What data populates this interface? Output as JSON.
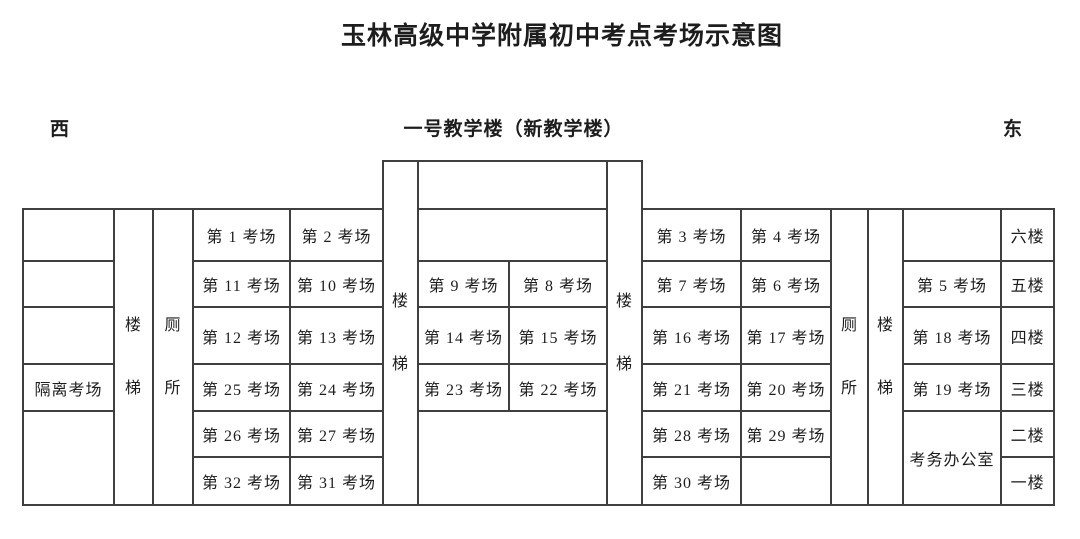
{
  "title": "玉林高级中学附属初中考点考场示意图",
  "directions": {
    "west": "西",
    "east": "东"
  },
  "building_label": "一号教学楼（新教学楼）",
  "colors": {
    "background": "#ffffff",
    "border": "#3f3f3f",
    "text": "#1d1d1d"
  },
  "floors_top_to_bottom": [
    "六楼",
    "五楼",
    "四楼",
    "三楼",
    "二楼",
    "一楼"
  ],
  "table": {
    "rows": [
      {
        "cells": [
          {
            "name": "ghost-left-strip",
            "kind": "ghost",
            "colspan": 5,
            "text": ""
          },
          {
            "name": "stair-column-middle-left",
            "kind": "vstack",
            "rowspan": 7,
            "text": "楼梯"
          },
          {
            "name": "middle-roof-cell",
            "kind": "empty",
            "colspan": 2,
            "text": ""
          },
          {
            "name": "stair-column-middle-right",
            "kind": "vstack",
            "rowspan": 7,
            "text": "楼梯"
          },
          {
            "name": "ghost-right-strip",
            "kind": "ghost",
            "colspan": 6,
            "text": ""
          }
        ]
      },
      {
        "cells": [
          {
            "name": "west-end-cell-f6",
            "kind": "empty",
            "text": ""
          },
          {
            "name": "stair-column-west",
            "kind": "vstack",
            "rowspan": 6,
            "text": "楼梯"
          },
          {
            "name": "toilet-column-west",
            "kind": "vstack",
            "rowspan": 6,
            "text": "厕所"
          },
          {
            "name": "exam-room-1",
            "kind": "room",
            "text": "第 1 考场"
          },
          {
            "name": "exam-room-2",
            "kind": "room",
            "text": "第 2 考场"
          },
          {
            "name": "middle-cell-f6",
            "kind": "empty",
            "colspan": 2,
            "text": ""
          },
          {
            "name": "exam-room-3",
            "kind": "room",
            "text": "第 3 考场"
          },
          {
            "name": "exam-room-4",
            "kind": "room",
            "text": "第 4 考场"
          },
          {
            "name": "toilet-column-east",
            "kind": "vstack",
            "rowspan": 6,
            "text": "厕所"
          },
          {
            "name": "stair-column-east",
            "kind": "vstack",
            "rowspan": 6,
            "text": "楼梯"
          },
          {
            "name": "east-end-cell-f6",
            "kind": "empty",
            "text": ""
          },
          {
            "name": "floor-label-6",
            "kind": "floor",
            "text": "六楼"
          }
        ]
      },
      {
        "cells": [
          {
            "name": "west-end-cell-f5",
            "kind": "empty",
            "text": ""
          },
          {
            "name": "exam-room-11",
            "kind": "room",
            "text": "第 11 考场"
          },
          {
            "name": "exam-room-10",
            "kind": "room",
            "text": "第 10 考场"
          },
          {
            "name": "exam-room-9",
            "kind": "room",
            "text": "第 9 考场"
          },
          {
            "name": "exam-room-8",
            "kind": "room",
            "text": "第 8 考场"
          },
          {
            "name": "exam-room-7",
            "kind": "room",
            "text": "第 7 考场"
          },
          {
            "name": "exam-room-6",
            "kind": "room",
            "text": "第 6 考场"
          },
          {
            "name": "exam-room-5",
            "kind": "room",
            "text": "第 5 考场"
          },
          {
            "name": "floor-label-5",
            "kind": "floor",
            "text": "五楼"
          }
        ]
      },
      {
        "cells": [
          {
            "name": "west-end-cell-f4",
            "kind": "empty",
            "text": ""
          },
          {
            "name": "exam-room-12",
            "kind": "room",
            "text": "第 12 考场"
          },
          {
            "name": "exam-room-13",
            "kind": "room",
            "text": "第 13 考场"
          },
          {
            "name": "exam-room-14",
            "kind": "room",
            "text": "第 14 考场"
          },
          {
            "name": "exam-room-15",
            "kind": "room",
            "text": "第 15 考场"
          },
          {
            "name": "exam-room-16",
            "kind": "room",
            "text": "第 16 考场"
          },
          {
            "name": "exam-room-17",
            "kind": "room",
            "text": "第 17 考场"
          },
          {
            "name": "exam-room-18",
            "kind": "room",
            "text": "第 18 考场"
          },
          {
            "name": "floor-label-4",
            "kind": "floor",
            "text": "四楼"
          }
        ]
      },
      {
        "cells": [
          {
            "name": "isolation-room",
            "kind": "room",
            "text": "隔离考场"
          },
          {
            "name": "exam-room-25",
            "kind": "room",
            "text": "第 25 考场"
          },
          {
            "name": "exam-room-24",
            "kind": "room",
            "text": "第 24 考场"
          },
          {
            "name": "exam-room-23",
            "kind": "room",
            "text": "第 23 考场"
          },
          {
            "name": "exam-room-22",
            "kind": "room",
            "text": "第 22 考场"
          },
          {
            "name": "exam-room-21",
            "kind": "room",
            "text": "第 21 考场"
          },
          {
            "name": "exam-room-20",
            "kind": "room",
            "text": "第 20 考场"
          },
          {
            "name": "exam-room-19",
            "kind": "room",
            "text": "第 19 考场"
          },
          {
            "name": "floor-label-3",
            "kind": "floor",
            "text": "三楼"
          }
        ]
      },
      {
        "cells": [
          {
            "name": "west-end-cell-lower",
            "kind": "empty",
            "rowspan": 2,
            "text": ""
          },
          {
            "name": "exam-room-26",
            "kind": "room",
            "text": "第 26 考场"
          },
          {
            "name": "exam-room-27",
            "kind": "room",
            "text": "第 27 考场"
          },
          {
            "name": "middle-cell-lower",
            "kind": "empty",
            "colspan": 2,
            "rowspan": 2,
            "text": ""
          },
          {
            "name": "exam-room-28",
            "kind": "room",
            "text": "第 28 考场"
          },
          {
            "name": "exam-room-29",
            "kind": "room",
            "text": "第 29 考场"
          },
          {
            "name": "exam-office",
            "kind": "room",
            "rowspan": 2,
            "text": "考务办公室"
          },
          {
            "name": "floor-label-2",
            "kind": "floor",
            "text": "二楼"
          }
        ]
      },
      {
        "cells": [
          {
            "name": "exam-room-32",
            "kind": "room",
            "text": "第 32 考场"
          },
          {
            "name": "exam-room-31",
            "kind": "room",
            "text": "第 31 考场"
          },
          {
            "name": "exam-room-30",
            "kind": "room",
            "text": "第 30 考场"
          },
          {
            "name": "east-blank-cell-f1",
            "kind": "empty",
            "text": ""
          },
          {
            "name": "floor-label-1",
            "kind": "floor",
            "text": "一楼"
          }
        ]
      }
    ]
  }
}
